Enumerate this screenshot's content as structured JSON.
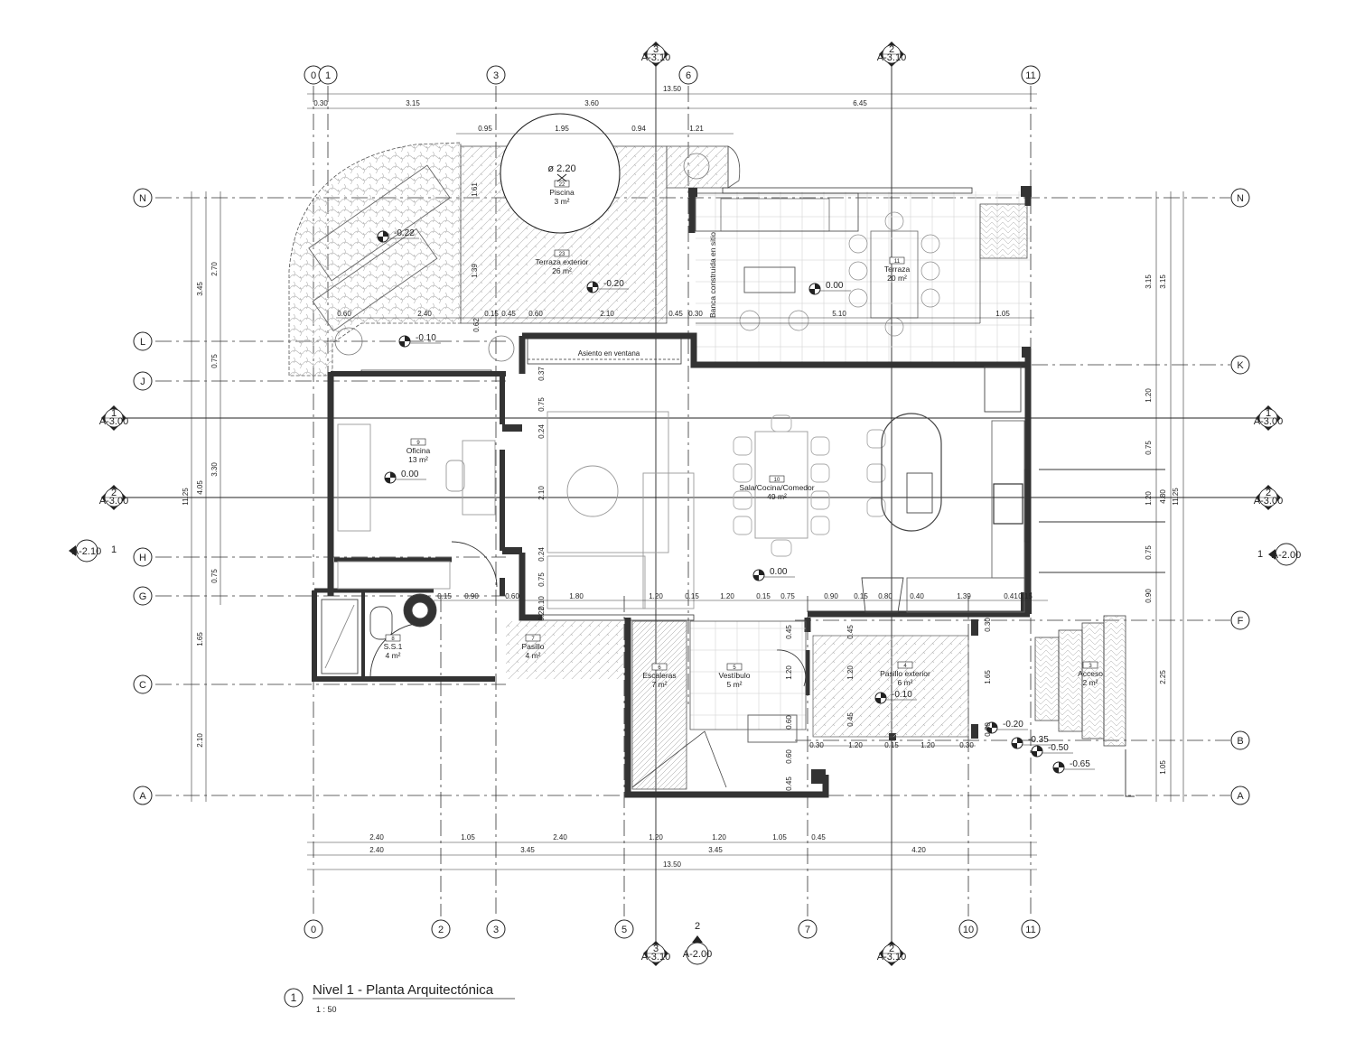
{
  "title": "Nivel 1 - Planta Arquitectónica",
  "view_number": "1",
  "scale": "1 : 50",
  "grids": {
    "top_columns": [
      "0",
      "1",
      "3",
      "6",
      "11"
    ],
    "bottom_columns": [
      "0",
      "2",
      "3",
      "5",
      "7",
      "10",
      "11"
    ],
    "left_rows": [
      "N",
      "L",
      "J",
      "H",
      "G",
      "C",
      "A"
    ],
    "right_rows": [
      "N",
      "K",
      "F",
      "B",
      "A"
    ]
  },
  "section_markers": [
    {
      "num": "3",
      "sheet": "A-3.10"
    },
    {
      "num": "2",
      "sheet": "A-3.10"
    },
    {
      "num": "1",
      "sheet": "A-3.00"
    },
    {
      "num": "2",
      "sheet": "A-3.00"
    },
    {
      "num": "1",
      "sheet": "A-3.00"
    },
    {
      "num": "2",
      "sheet": "A-3.00"
    },
    {
      "num": "3",
      "sheet": "A-3.10"
    },
    {
      "num": "2",
      "sheet": "A-3.10"
    }
  ],
  "elevation_markers": [
    {
      "num": "1",
      "sheet": "A-2.10"
    },
    {
      "num": "1",
      "sheet": "A-2.00"
    },
    {
      "num": "2",
      "sheet": "A-2.00"
    }
  ],
  "rooms": [
    {
      "num": "22",
      "name": "Piscina",
      "area": "3 m²"
    },
    {
      "num": "23",
      "name": "Terraza exterior",
      "area": "26 m²"
    },
    {
      "num": "11",
      "name": "Terraza",
      "area": "20 m²"
    },
    {
      "num": "9",
      "name": "Oficina",
      "area": "13 m²"
    },
    {
      "num": "10",
      "name": "Sala/Cocina/Comedor",
      "area": "49 m²"
    },
    {
      "num": "8",
      "name": "S.S.1",
      "area": "4 m²"
    },
    {
      "num": "7",
      "name": "Pasillo",
      "area": "4 m²"
    },
    {
      "num": "6",
      "name": "Escaleras",
      "area": "7 m²"
    },
    {
      "num": "5",
      "name": "Vestíbulo",
      "area": "5 m²"
    },
    {
      "num": "4",
      "name": "Pasillo exterior",
      "area": "6 m²"
    },
    {
      "num": "3",
      "name": "Acceso",
      "area": "2 m²"
    }
  ],
  "labels": {
    "window_seat": "Asiento en ventana",
    "built_bench": "Banca construida en sitio",
    "pool_diameter": "ø 2.20"
  },
  "levels": [
    "-0.22",
    "-0.20",
    "0.00",
    "-0.10",
    "0.00",
    "0.00",
    "-0.10",
    "-0.20",
    "-0.35",
    "-0.50",
    "-0.65"
  ],
  "dims_top": {
    "total": "13.50",
    "segments": [
      "0.30",
      "3.15",
      "3.60",
      "6.45"
    ],
    "pool": [
      "0.95",
      "1.95",
      "0.94",
      "1.21"
    ]
  },
  "dims_bottom": {
    "row1": [
      "2.40",
      "1.05",
      "2.40",
      "1.20",
      "1.20",
      "1.05",
      "0.45"
    ],
    "row2": [
      "2.40",
      "3.45",
      "3.45",
      "4.20"
    ],
    "total": "13.50"
  },
  "dims_left": {
    "total": "11.25",
    "outer": [
      "3.45",
      "4.05",
      "1.65",
      "2.10"
    ],
    "inner": [
      "2.70",
      "0.75",
      "3.30",
      "0.75"
    ]
  },
  "dims_right": {
    "total": "11.25",
    "outer": [
      "3.15",
      "4.80",
      "2.25",
      "1.05"
    ],
    "inner": [
      "3.15",
      "1.20",
      "0.75",
      "1.20",
      "0.75",
      "0.90"
    ]
  },
  "dims_interior": {
    "terrace_row": [
      "0.60",
      "2.40",
      "0.15",
      "0.45",
      "0.60",
      "2.10",
      "0.45",
      "0.30",
      "5.10",
      "1.05"
    ],
    "interior_row": [
      "0.15",
      "0.90",
      "0.60",
      "1.80",
      "1.20",
      "0.15",
      "1.20",
      "0.15",
      "0.75",
      "0.90",
      "0.15",
      "0.80",
      "0.40",
      "1.39",
      "0.41",
      "0.15"
    ],
    "passage_row": [
      "0.30",
      "1.20",
      "0.15",
      "1.20",
      "0.30"
    ],
    "vertical": [
      "1.61",
      "1.39",
      "0.62",
      "0.37",
      "0.75",
      "0.24",
      "2.10",
      "0.24",
      "0.75",
      "0.10",
      "0.22",
      "0.45",
      "1.20",
      "0.60",
      "0.60",
      "0.45",
      "0.45",
      "1.20",
      "0.45",
      "0.30",
      "1.65",
      "0.30"
    ]
  }
}
